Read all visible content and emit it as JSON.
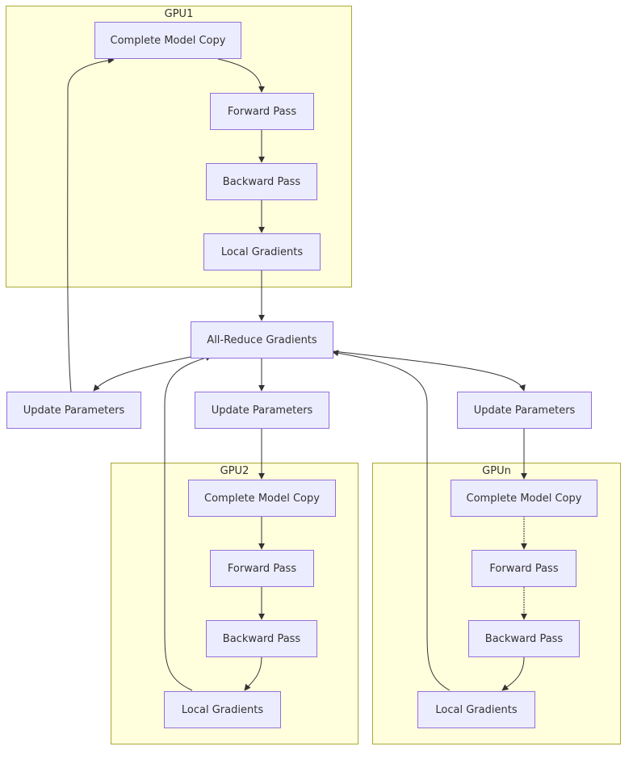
{
  "clusters": {
    "gpu1": "GPU1",
    "gpu2": "GPU2",
    "gpun": "GPUn"
  },
  "nodes": {
    "gpu1_model": "Complete Model Copy",
    "gpu1_forward": "Forward Pass",
    "gpu1_backward": "Backward Pass",
    "gpu1_gradients": "Local Gradients",
    "allreduce": "All-Reduce Gradients",
    "update_left": "Update Parameters",
    "update_center": "Update Parameters",
    "update_right": "Update Parameters",
    "gpu2_model": "Complete Model Copy",
    "gpu2_forward": "Forward Pass",
    "gpu2_backward": "Backward Pass",
    "gpu2_gradients": "Local Gradients",
    "gpun_model": "Complete Model Copy",
    "gpun_forward": "Forward Pass",
    "gpun_backward": "Backward Pass",
    "gpun_gradients": "Local Gradients"
  },
  "colors": {
    "cluster_fill": "#ffffde",
    "cluster_border": "#aaaa33",
    "node_fill": "#ececff",
    "node_border": "#9370db",
    "edge": "#333333",
    "text": "#333333"
  }
}
